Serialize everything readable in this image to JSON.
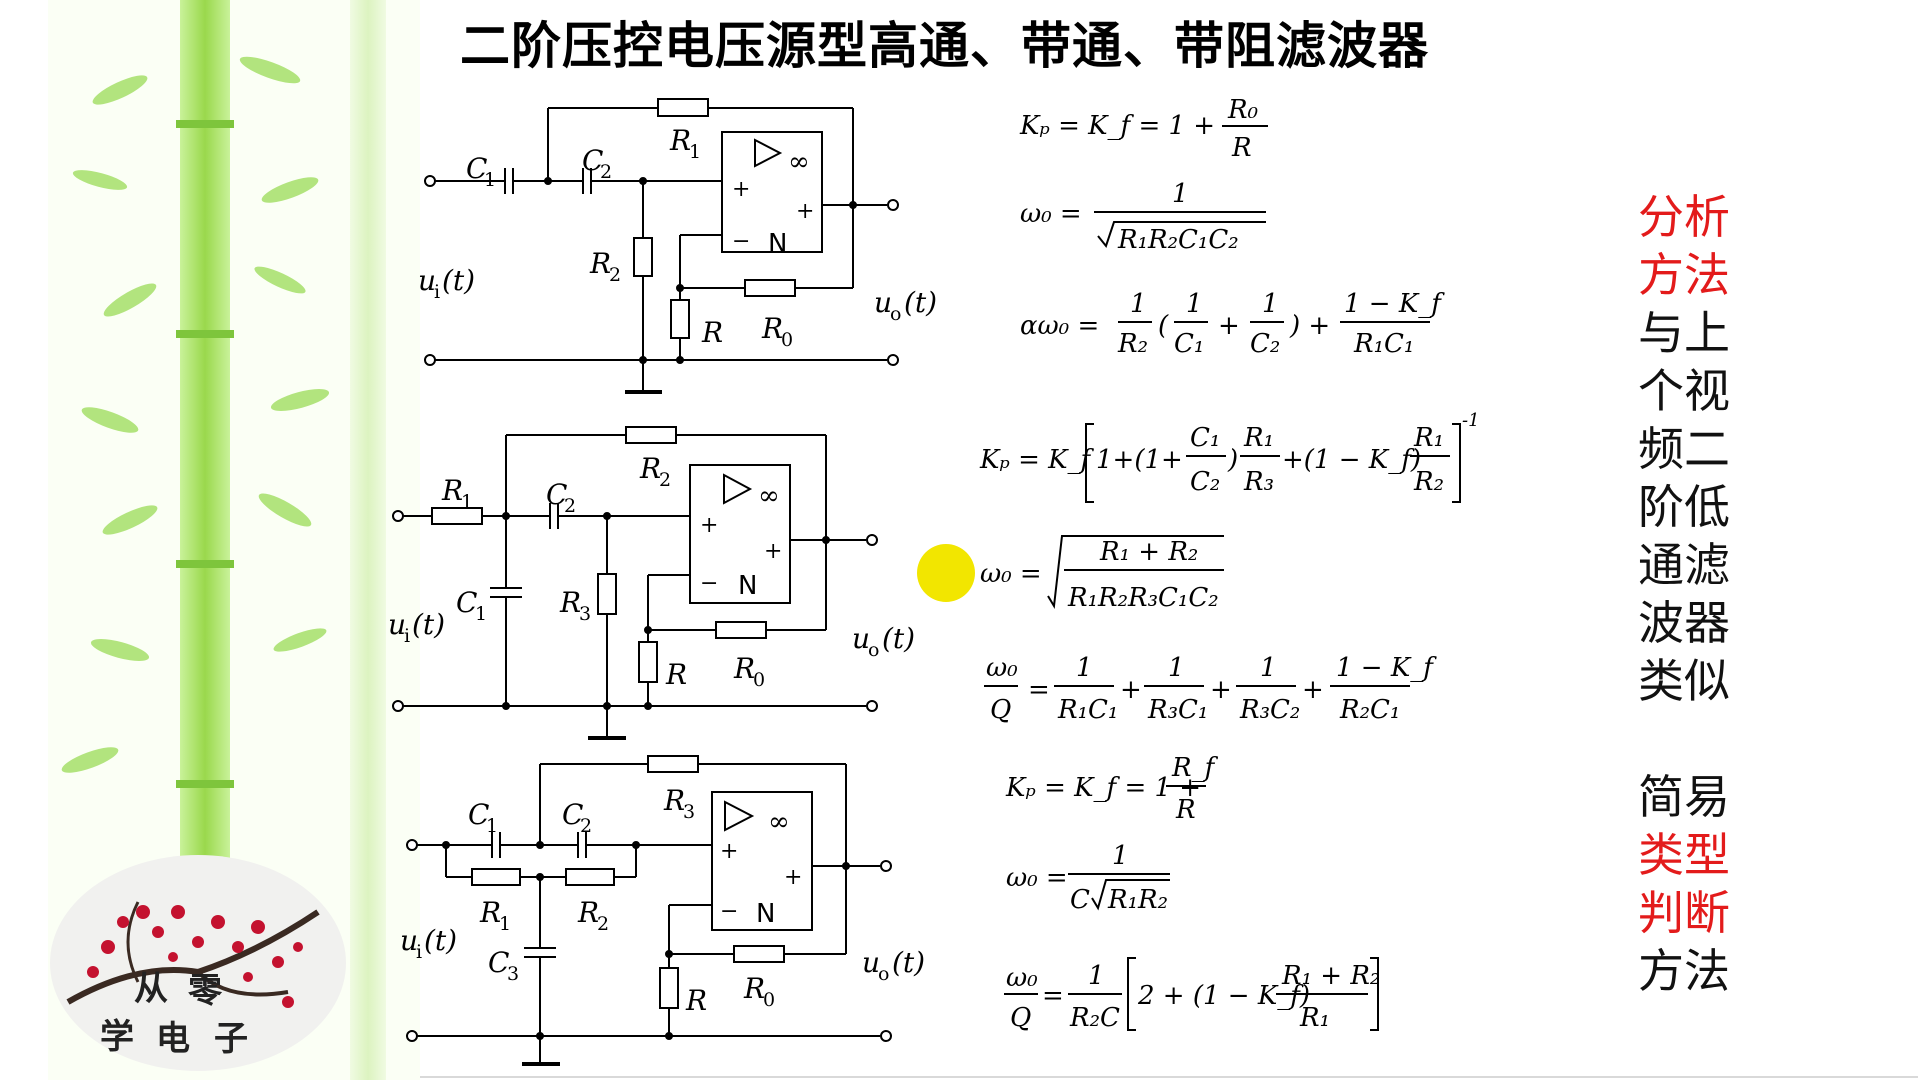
{
  "title": "二阶压控电压源型高通、带通、带阻滤波器",
  "side_text": {
    "line1": "分析",
    "line2": "方法",
    "line3": "与上",
    "line4": "个视",
    "line5": "频二",
    "line6": "阶低",
    "line7": "通滤",
    "line8": "波器",
    "line9": "类似",
    "line10": "简易",
    "line11": "类型",
    "line12": "判断",
    "line13": "方法"
  },
  "logo": {
    "char1": "从",
    "char2": "零",
    "char3": "学",
    "char4": "电",
    "char5": "子"
  },
  "circuit1": {
    "c1": "C",
    "c1s": "1",
    "c2": "C",
    "c2s": "2",
    "r1": "R",
    "r1s": "1",
    "r2": "R",
    "r2s": "2",
    "r": "R",
    "r0": "R",
    "r0s": "0",
    "ui": "u",
    "uis": "i",
    "uo": "u",
    "uos": "o",
    "t": "(t)",
    "plus": "+",
    "minus": "−",
    "n": "N",
    "inf": "∞"
  },
  "circuit2": {
    "r1": "R",
    "r1s": "1",
    "c2": "C",
    "c2s": "2",
    "r2": "R",
    "r2s": "2",
    "c1": "C",
    "c1s": "1",
    "r3": "R",
    "r3s": "3",
    "r": "R",
    "r0": "R",
    "r0s": "0",
    "ui": "u",
    "uis": "i",
    "uo": "u",
    "uos": "o",
    "t": "(t)",
    "plus": "+",
    "minus": "−",
    "n": "N",
    "inf": "∞"
  },
  "circuit3": {
    "c1": "C",
    "c1s": "1",
    "c2": "C",
    "c2s": "2",
    "r3": "R",
    "r3s": "3",
    "r1": "R",
    "r1s": "1",
    "r2": "R",
    "r2s": "2",
    "c3": "C",
    "c3s": "3",
    "r": "R",
    "r0": "R",
    "r0s": "0",
    "ui": "u",
    "uis": "i",
    "uo": "u",
    "uos": "o",
    "t": "(t)",
    "plus": "+",
    "minus": "−",
    "n": "N",
    "inf": "∞"
  },
  "eq1": {
    "kp": "Kₚ = K_f = 1 +",
    "num": "R₀",
    "den": "R"
  },
  "eq2": {
    "lhs": "ω₀ =",
    "num": "1",
    "den": "R₁R₂C₁C₂"
  },
  "eq3": {
    "lhs": "αω₀ =",
    "a_num": "1",
    "a_den": "R₂",
    "b_num": "1",
    "b_den": "C₁",
    "c_num": "1",
    "c_den": "C₂",
    "d_num": "1 − K_f",
    "d_den": "R₁C₁"
  },
  "eq4": {
    "lhs": "Kₚ = K_f",
    "inner1": "1+(1+",
    "c_num": "C₁",
    "c_den": "C₂",
    "r_num": "R₁",
    "r_den": "R₃",
    "inner2": "+(1 − K_f)",
    "q_num": "R₁",
    "q_den": "R₂",
    "exp": "-1"
  },
  "eq5": {
    "lhs": "ω₀ =",
    "num": "R₁ + R₂",
    "den": "R₁R₂R₃C₁C₂"
  },
  "eq6": {
    "lhs_num": "ω₀",
    "lhs_den": "Q",
    "t1_num": "1",
    "t1_den": "R₁C₁",
    "t2_num": "1",
    "t2_den": "R₃C₁",
    "t3_num": "1",
    "t3_den": "R₃C₂",
    "t4_num": "1 − K_f",
    "t4_den": "R₂C₁"
  },
  "eq7": {
    "kp": "Kₚ = K_f = 1 +",
    "num": "R_f",
    "den": "R"
  },
  "eq8": {
    "lhs": "ω₀ =",
    "num": "1",
    "den_c": "C",
    "den_r": "R₁R₂"
  },
  "eq9": {
    "lhs_num": "ω₀",
    "lhs_den": "Q",
    "f_num": "1",
    "f_den": "R₂C",
    "inner": "2 + (1 − K_f)",
    "r_num": "R₁ + R₂",
    "r_den": "R₁"
  }
}
